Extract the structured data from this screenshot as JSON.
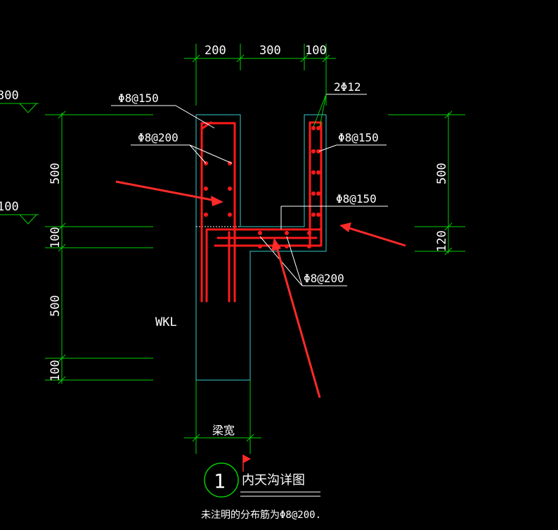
{
  "drawing": {
    "dims_top": [
      "200",
      "300",
      "100"
    ],
    "dims_left": [
      "500",
      "100",
      "500",
      "100"
    ],
    "dims_right": [
      "500",
      "120"
    ],
    "left_elev_labels": [
      "300",
      "100"
    ],
    "rebar_labels": {
      "top_left": "Φ8@150",
      "left_mid": "Φ8@200",
      "top_right": "2Φ12",
      "right_mid": "Φ8@150",
      "center": "Φ8@150",
      "bottom": "Φ8@200"
    },
    "beam_label": "WKL",
    "beam_width": "梁宽",
    "detail_number": "1",
    "title": "内天沟详图",
    "note": "未注明的分布筋为Φ8@200."
  },
  "colors": {
    "background": "#000000",
    "dimension": "#00d000",
    "outline": "#33cccc",
    "rebar": "#ff1a1a",
    "text": "#ffffff"
  }
}
